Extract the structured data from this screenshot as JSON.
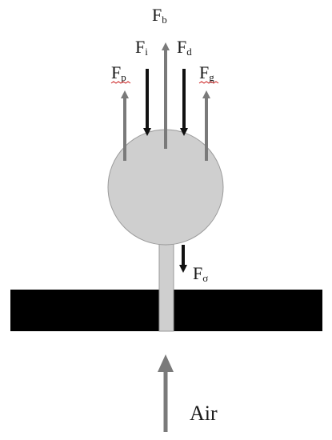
{
  "labels": {
    "Fb": {
      "main": "F",
      "sub": "b"
    },
    "Fi": {
      "main": "F",
      "sub": "i"
    },
    "Fd": {
      "main": "F",
      "sub": "d"
    },
    "Fp": {
      "main": "F",
      "sub": "p"
    },
    "Fg": {
      "main": "F",
      "sub": "g"
    },
    "Fsigma": {
      "main": "F",
      "sub": "σ"
    },
    "air": "Air"
  },
  "colors": {
    "up_arrow": "#7a7a7a",
    "down_arrow": "#111111",
    "bubble_fill": "#cfcfcf",
    "bubble_stroke": "#9a9a9a",
    "plate": "#000000",
    "squiggle": "#cc2222"
  }
}
